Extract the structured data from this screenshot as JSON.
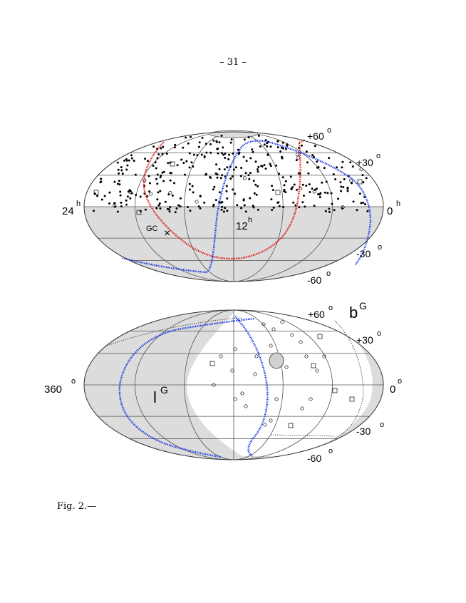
{
  "page_number": "– 31 –",
  "caption": "Fig. 2.—",
  "colors": {
    "shade": "#dcdcdc",
    "grid": "#555555",
    "red_curve": "#e01010",
    "blue_curve": "#1030e0"
  },
  "top_map": {
    "coordinate_system": "equatorial",
    "projection": "Aitoff/Hammer equal-area",
    "shaded_region": "southern sky (Dec < 0)",
    "labels": {
      "ra_left": "24",
      "ra_left_sup": "h",
      "ra_right": "0",
      "ra_right_sup": "h",
      "ra_center": "12",
      "ra_center_sup": "h",
      "dec_p60": "+60",
      "dec_p30": "+30",
      "dec_m30": "-30",
      "dec_m60": "-60",
      "deg_sup": "o",
      "gc": "GC",
      "gc_marker": "×"
    }
  },
  "bottom_map": {
    "coordinate_system": "galactic",
    "projection": "Aitoff/Hammer equal-area",
    "labels": {
      "lon_left": "360",
      "lon_right": "0",
      "deg_sup": "o",
      "lon_axis": "l",
      "lat_axis": "b",
      "axis_sup": "G",
      "lat_p60": "+60",
      "lat_p30": "+30",
      "lat_m30": "-30",
      "lat_m60": "-60"
    }
  }
}
